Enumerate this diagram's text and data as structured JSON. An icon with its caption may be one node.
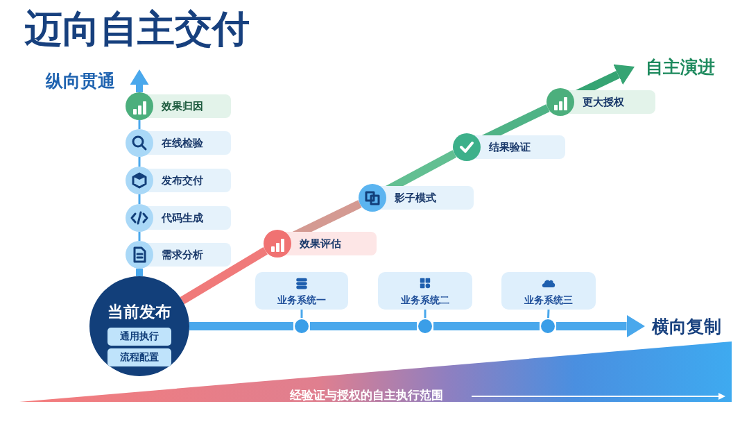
{
  "diagram": {
    "title": "迈向自主交付",
    "nodes": [
      {
        "text": [
          "纵向贯通"
        ]
      },
      {
        "text": [
          "自主演进"
        ]
      },
      {
        "text": [
          "效果归因"
        ]
      },
      {
        "text": [
          "更大授权"
        ]
      },
      {
        "text": [
          "在线检验"
        ]
      },
      {
        "text": [
          "结果验证"
        ]
      },
      {
        "text": [
          "发布交付"
        ]
      },
      {
        "text": [
          "影子模式"
        ]
      },
      {
        "text": [
          "代码生成"
        ]
      },
      {
        "text": [
          "效果评估"
        ]
      },
      {
        "text": [
          "需求分析"
        ]
      },
      {
        "text": [
          "业务系统一"
        ]
      },
      {
        "text": [
          "业务系统二"
        ]
      },
      {
        "text": [
          "业务系统三"
        ]
      },
      {
        "text": [
          "当前发布"
        ]
      },
      {
        "text": [
          "通用执行"
        ],
        "in": 14
      },
      {
        "text": [
          "流程配置"
        ],
        "in": 14
      },
      {
        "text": [],
        "shape": "circle"
      },
      {
        "text": [],
        "shape": "circle"
      },
      {
        "text": [],
        "shape": "circle"
      },
      {
        "text": [
          "横向复制"
        ]
      }
    ],
    "edges": [
      {
        "from": 14,
        "to": 10,
        "arrow": "none"
      },
      {
        "from": 10,
        "to": 8,
        "arrow": "none"
      },
      {
        "from": 8,
        "to": 6,
        "arrow": "none"
      },
      {
        "from": 6,
        "to": 4,
        "arrow": "none"
      },
      {
        "from": 4,
        "to": 2,
        "arrow": "none"
      },
      {
        "from": 2,
        "to": 0,
        "arrow": "to"
      },
      {
        "from": 14,
        "to": 9,
        "arrow": "none",
        "color": "#f07a7a"
      },
      {
        "from": 9,
        "to": 7,
        "arrow": "none",
        "color": "#d49a92"
      },
      {
        "from": 7,
        "to": 5,
        "arrow": "none",
        "color": "#62bf92"
      },
      {
        "from": 5,
        "to": 3,
        "arrow": "none",
        "color": "#4fb386"
      },
      {
        "from": 3,
        "to": 1,
        "arrow": "to",
        "color": "#36a473"
      },
      {
        "from": 14,
        "to": 17,
        "arrow": "none"
      },
      {
        "from": 17,
        "to": 18,
        "arrow": "none"
      },
      {
        "from": 18,
        "to": 19,
        "arrow": "none"
      },
      {
        "from": 19,
        "to": 20,
        "arrow": "to"
      },
      {
        "from": 11,
        "to": 17,
        "arrow": "none"
      },
      {
        "from": 12,
        "to": 18,
        "arrow": "none"
      },
      {
        "from": 13,
        "to": 19,
        "arrow": "none"
      }
    ],
    "labels": [
      "经验证与授权的自主执行范围"
    ]
  }
}
